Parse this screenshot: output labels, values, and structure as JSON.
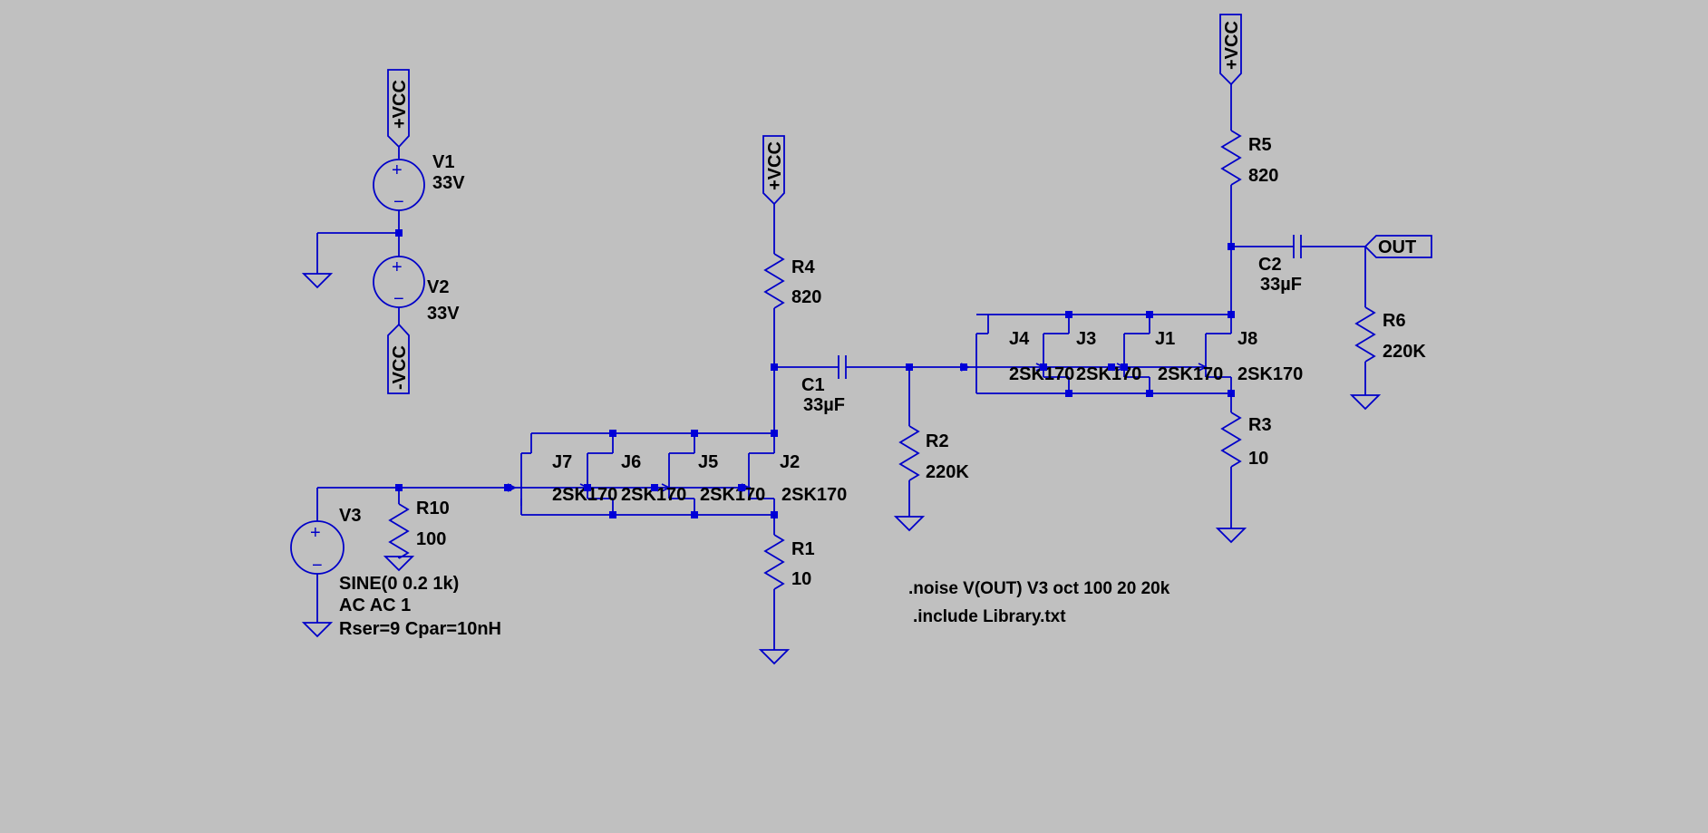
{
  "flags": {
    "vcc": "+VCC",
    "vee": "-VCC",
    "out": "OUT"
  },
  "parts": {
    "V1": {
      "name": "V1",
      "value": "33V"
    },
    "V2": {
      "name": "V2",
      "value": "33V"
    },
    "V3": {
      "name": "V3",
      "line1": "SINE(0 0.2 1k)",
      "line2": "AC AC 1",
      "line3": "Rser=9 Cpar=10nH"
    },
    "R1": {
      "name": "R1",
      "value": "10"
    },
    "R2": {
      "name": "R2",
      "value": "220K"
    },
    "R3": {
      "name": "R3",
      "value": "10"
    },
    "R4": {
      "name": "R4",
      "value": "820"
    },
    "R5": {
      "name": "R5",
      "value": "820"
    },
    "R6": {
      "name": "R6",
      "value": "220K"
    },
    "R10": {
      "name": "R10",
      "value": "100"
    },
    "C1": {
      "name": "C1",
      "value": "33µF"
    },
    "C2": {
      "name": "C2",
      "value": "33µF"
    },
    "J1": {
      "name": "J1",
      "value": "2SK170"
    },
    "J2": {
      "name": "J2",
      "value": "2SK170"
    },
    "J3": {
      "name": "J3",
      "value": "2SK170"
    },
    "J4": {
      "name": "J4",
      "value": "2SK170"
    },
    "J5": {
      "name": "J5",
      "value": "2SK170"
    },
    "J6": {
      "name": "J6",
      "value": "2SK170"
    },
    "J7": {
      "name": "J7",
      "value": "2SK170"
    },
    "J8": {
      "name": "J8",
      "value": "2SK170"
    }
  },
  "directives": {
    "noise": ".noise V(OUT) V3 oct 100 20 20k",
    "include": ".include Library.txt"
  },
  "colors": {
    "background": "#c0c0c0",
    "wire": "#0000c8",
    "junction": "#0000d8",
    "text": "#000000"
  }
}
